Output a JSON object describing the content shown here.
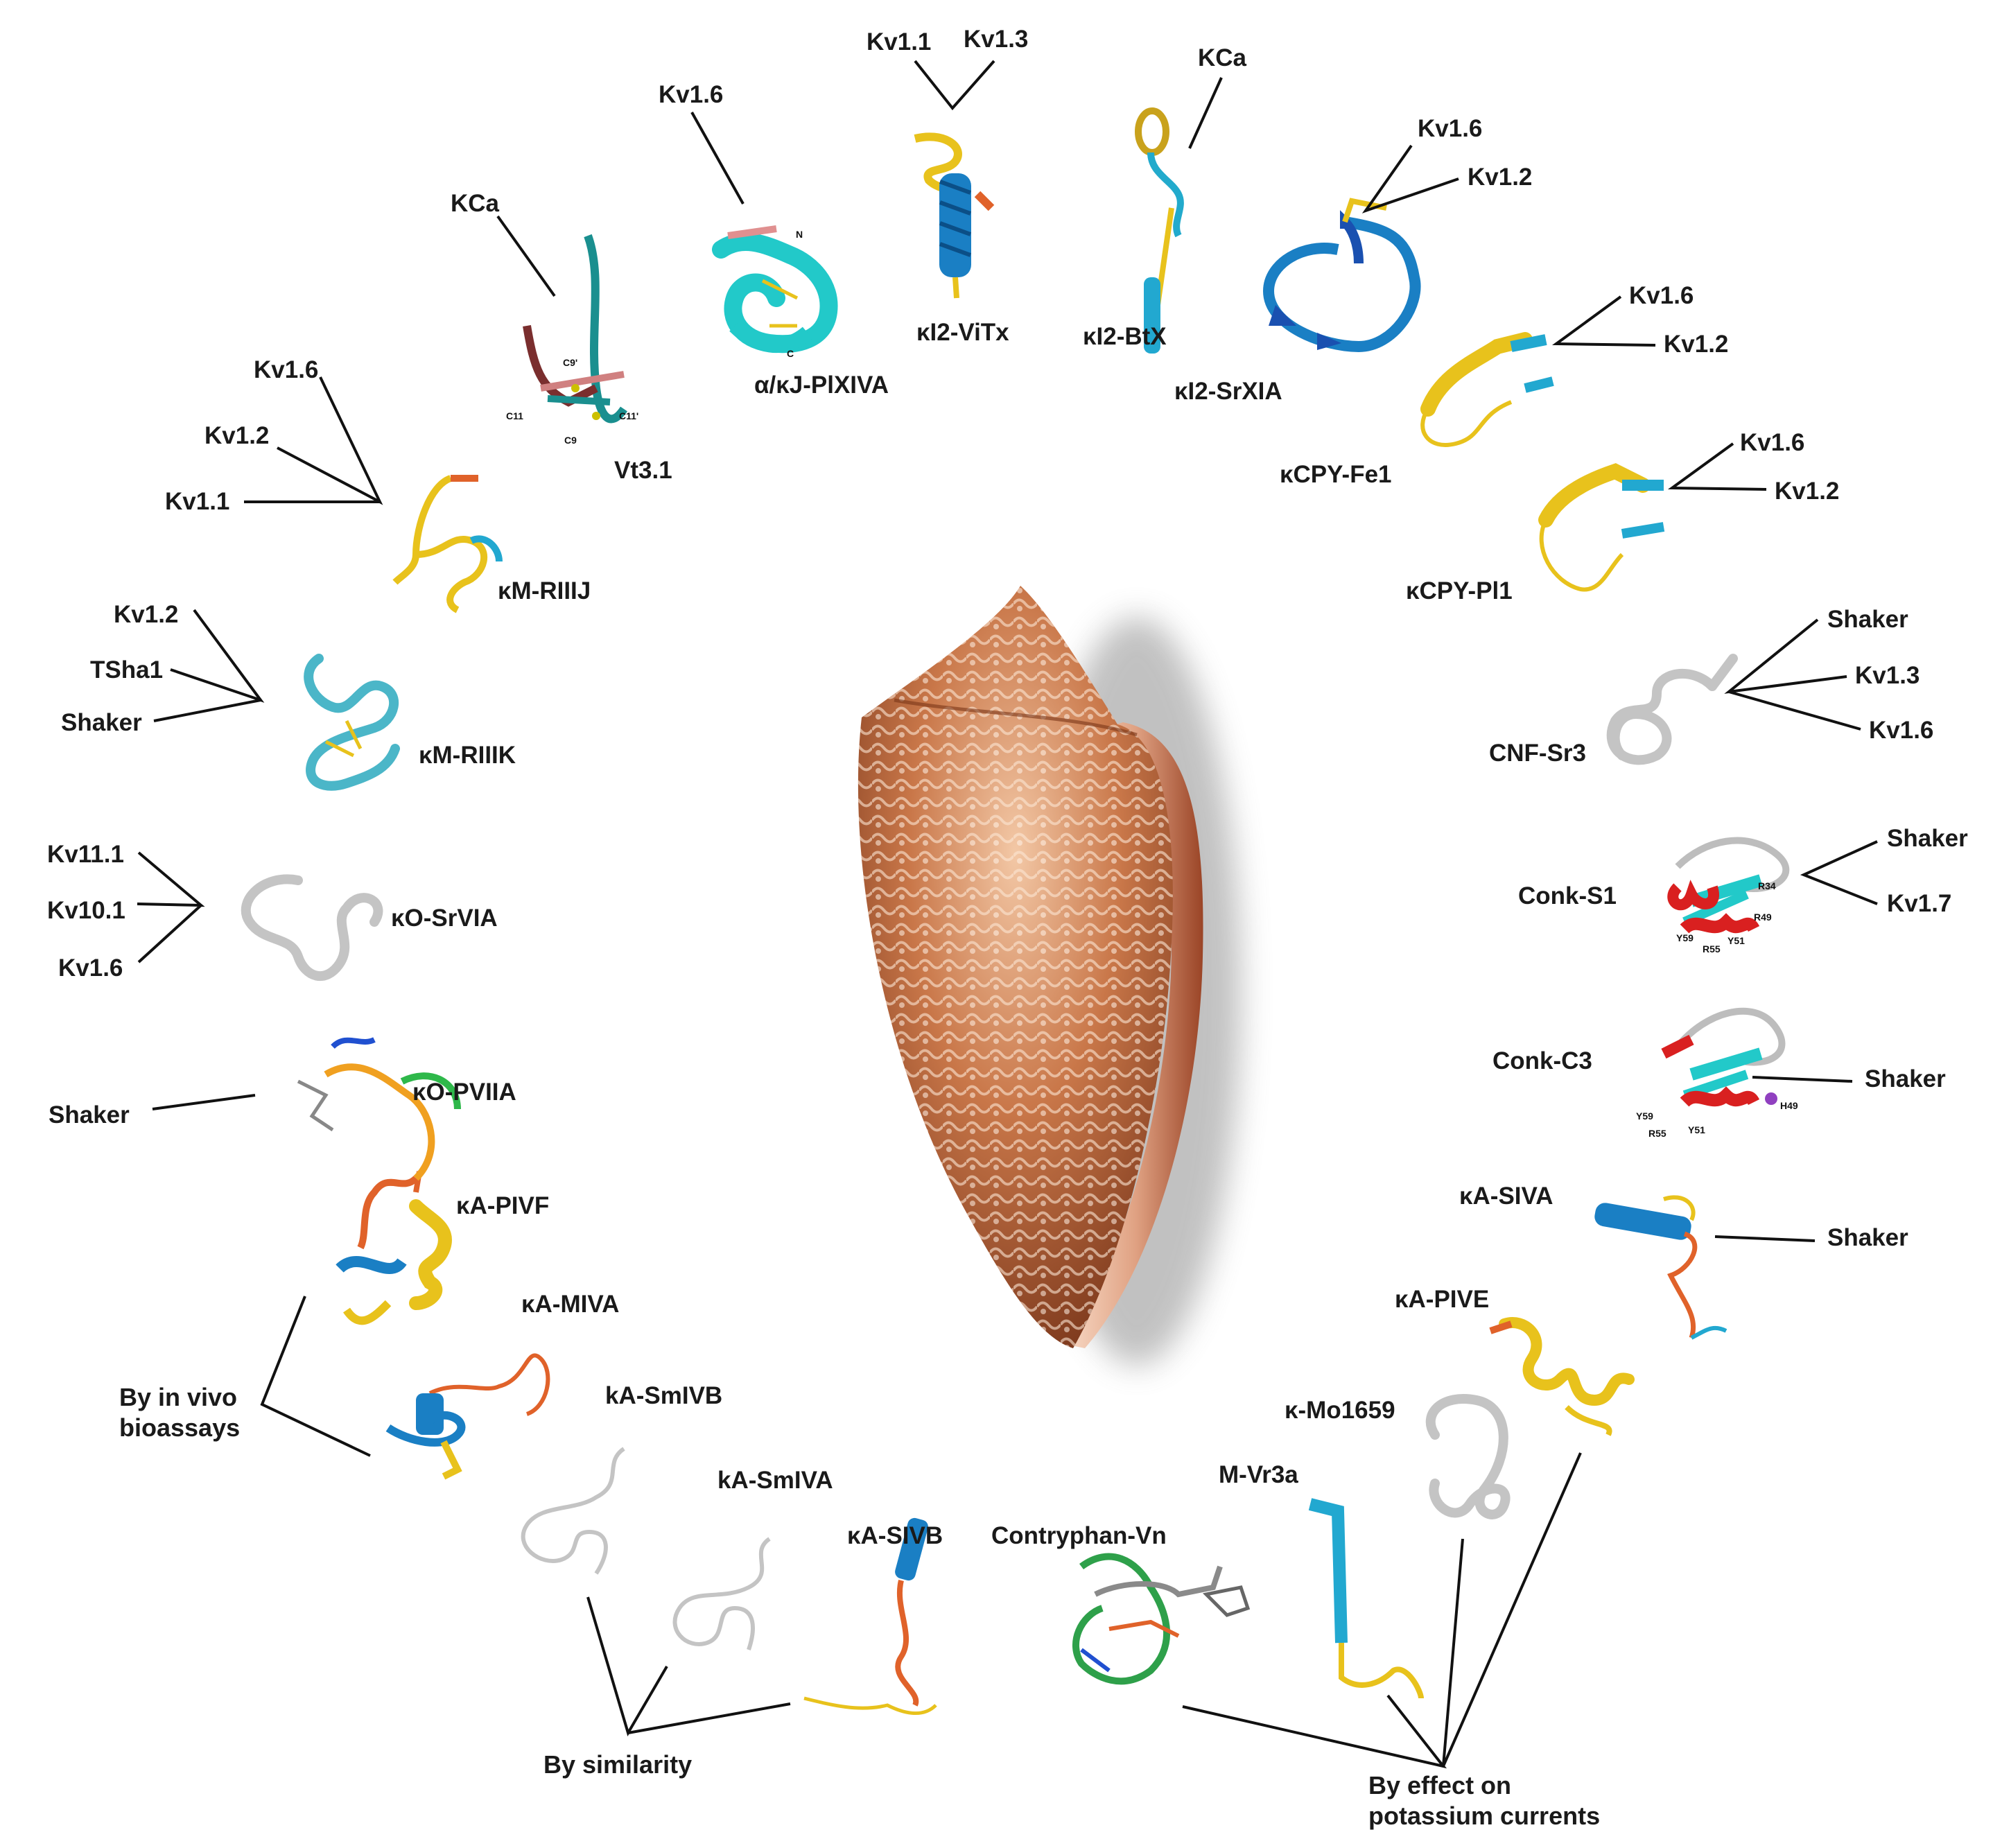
{
  "toxins": [
    {
      "id": "vt31",
      "name": "Vt3.1",
      "targets": [
        "KCa"
      ],
      "residue_labels": [
        "C9'",
        "C11",
        "C11'",
        "C9"
      ]
    },
    {
      "id": "pliva",
      "name": "α/κJ-PlXIVA",
      "targets": [
        "Kv1.6"
      ],
      "terminal_labels": [
        "N",
        "C"
      ]
    },
    {
      "id": "vitx",
      "name": "κI2-ViTx",
      "targets": [
        "Kv1.1",
        "Kv1.3"
      ]
    },
    {
      "id": "btx",
      "name": "κI2-BtX",
      "targets": [
        "KCa"
      ]
    },
    {
      "id": "srxia",
      "name": "κI2-SrXIA",
      "targets": [
        "Kv1.6",
        "Kv1.2"
      ]
    },
    {
      "id": "fe1",
      "name": "κCPY-Fe1",
      "targets": [
        "Kv1.6",
        "Kv1.2"
      ]
    },
    {
      "id": "pl1",
      "name": "κCPY-Pl1",
      "targets": [
        "Kv1.6",
        "Kv1.2"
      ]
    },
    {
      "id": "cnf",
      "name": "CNF-Sr3",
      "targets": [
        "Shaker",
        "Kv1.3",
        "Kv1.6"
      ]
    },
    {
      "id": "conks1",
      "name": "Conk-S1",
      "targets": [
        "Shaker",
        "Kv1.7"
      ],
      "residue_labels": [
        "R34",
        "R49",
        "Y59",
        "R55",
        "Y51"
      ]
    },
    {
      "id": "conkc3",
      "name": "Conk-C3",
      "targets": [
        "Shaker"
      ],
      "residue_labels": [
        "Y59",
        "H49",
        "R55",
        "Y51"
      ]
    },
    {
      "id": "siva",
      "name": "κA-SIVA",
      "targets": [
        "Shaker"
      ]
    },
    {
      "id": "pive",
      "name": "κA-PIVE",
      "targets": []
    },
    {
      "id": "mo1659",
      "name": "κ-Mo1659",
      "targets": []
    },
    {
      "id": "vr3a",
      "name": "M-Vr3a",
      "targets": []
    },
    {
      "id": "vn",
      "name": "Contryphan-Vn",
      "targets": []
    },
    {
      "id": "sivb",
      "name": "κA-SIVB",
      "targets": []
    },
    {
      "id": "smiva",
      "name": "kA-SmIVA",
      "targets": []
    },
    {
      "id": "smivb",
      "name": "kA-SmIVB",
      "targets": []
    },
    {
      "id": "mivа",
      "name": "κA-MIVA",
      "targets": []
    },
    {
      "id": "pivf",
      "name": "κA-PIVF",
      "targets": []
    },
    {
      "id": "pviia",
      "name": "κO-PVIIA",
      "targets": [
        "Shaker"
      ]
    },
    {
      "id": "srvia",
      "name": "κO-SrVIA",
      "targets": [
        "Kv11.1",
        "Kv10.1",
        "Kv1.6"
      ]
    },
    {
      "id": "riiik",
      "name": "κM-RIIIK",
      "targets": [
        "Kv1.2",
        "TSha1",
        "Shaker"
      ]
    },
    {
      "id": "riiij",
      "name": "κM-RIIIJ",
      "targets": [
        "Kv1.6",
        "Kv1.2",
        "Kv1.1"
      ]
    }
  ],
  "groups": {
    "bioassays": [
      "By in vivo",
      "bioassays"
    ],
    "similarity": "By similarity",
    "potassium": [
      "By effect on",
      "potassium currents"
    ]
  },
  "colors": {
    "helix_gold": "#e8c21c",
    "cyan": "#22c9c9",
    "blue": "#1a7fc4",
    "teal": "#2a8f8c",
    "grey": "#c4c4c4",
    "red": "#d92020",
    "orange": "#e0622a",
    "shell": "#b76338"
  }
}
